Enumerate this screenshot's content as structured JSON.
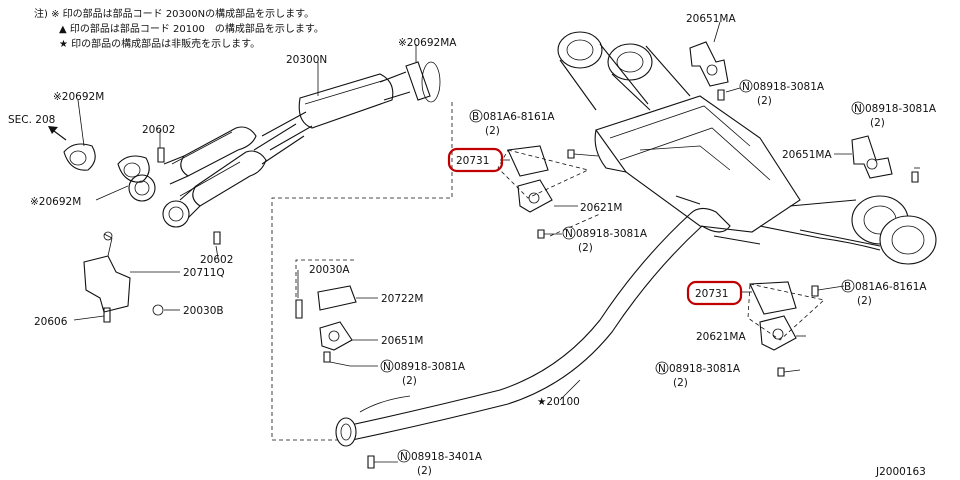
{
  "notes": {
    "line1": "注) ※ 印の部品は部品コード 20300Nの構成部品を示します。",
    "line2": "▲ 印の部品は部品コード 20100　の構成部品を示します。",
    "line3": "★ 印の部品の構成部品は非販売を示します。"
  },
  "labels": {
    "p20300N": "20300N",
    "p20692MA": "※20692MA",
    "p20692M_top": "※20692M",
    "sec208": "SEC. 208",
    "p20692M_left": "※20692M",
    "p20602_a": "20602",
    "p20602_b": "20602",
    "p20711Q": "20711Q",
    "p20606": "20606",
    "p20030B": "20030B",
    "p20030A": "20030A",
    "p20722M": "20722M",
    "p20651M": "20651M",
    "n1_code": "08918-3081A",
    "n1_qty": "(2)",
    "p20100": "★20100",
    "n2_code": "08918-3401A",
    "n2_qty": "(2)",
    "p20731_a": "20731",
    "p20731_b": "20731",
    "b1_code": "081A6-8161A",
    "b1_qty": "(2)",
    "p20621M": "20621M",
    "n3_code": "08918-3081A",
    "n3_qty": "(2)",
    "p20651MA_top": "20651MA",
    "n4_code": "08918-3081A",
    "n4_qty": "(2)",
    "n5_code": "08918-3081A",
    "n5_qty": "(2)",
    "p20651MA_mid": "20651MA",
    "b2_code": "081A6-8161A",
    "b2_qty": "(2)",
    "p20621MA": "20621MA",
    "n6_code": "08918-3081A",
    "n6_qty": "(2)",
    "circle_N": "N",
    "circle_B": "B",
    "diagram_id": "J2000163"
  },
  "colors": {
    "line": "#111111",
    "highlight": "#c00000"
  },
  "icons": {
    "sec_arrow": "arrow-up-left-icon",
    "nut_marker": "circled-n-icon",
    "bolt_marker": "circled-b-icon"
  }
}
